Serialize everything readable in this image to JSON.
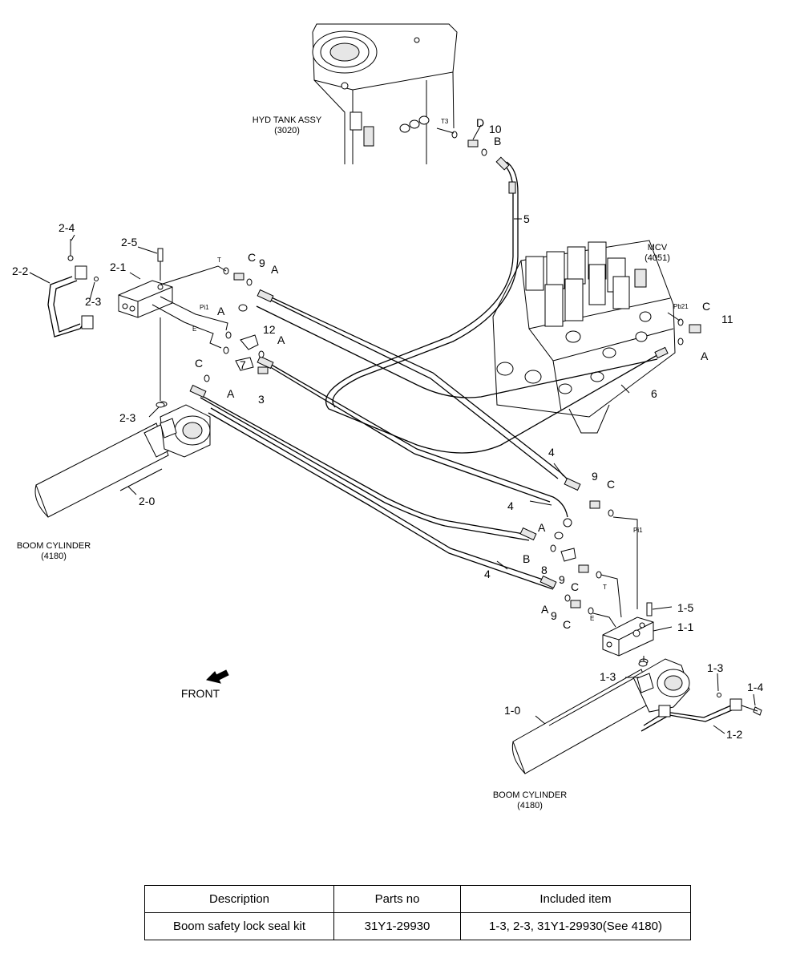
{
  "assemblies": {
    "hyd_tank": {
      "name": "HYD TANK ASSY",
      "ref": "(3020)"
    },
    "mcv": {
      "name": "MCV",
      "ref": "(4051)"
    },
    "boom_cylinder_left": {
      "name": "BOOM CYLINDER",
      "ref": "(4180)"
    },
    "boom_cylinder_right": {
      "name": "BOOM CYLINDER",
      "ref": "(4180)"
    }
  },
  "callouts": {
    "d": "D",
    "b_top": "B",
    "ten": "10",
    "five": "5",
    "six": "6",
    "eleven": "11",
    "twelve": "12",
    "seven": "7",
    "three": "3",
    "c_mcv": "C",
    "a_mcv": "A",
    "c1": "C",
    "nine1": "9",
    "a1": "A",
    "a2": "A",
    "c2": "C",
    "a3": "A",
    "a4": "A",
    "n2_4": "2-4",
    "n2_5": "2-5",
    "n2_1": "2-1",
    "n2_2": "2-2",
    "n2_3a": "2-3",
    "n2_3b": "2-3",
    "n2_0": "2-0",
    "four1": "4",
    "four2": "4",
    "four3": "4",
    "nine2": "9",
    "c3": "C",
    "a5": "A",
    "b2": "B",
    "eight": "8",
    "nine3": "9",
    "c4": "C",
    "a6": "A",
    "nine4": "9",
    "c5": "C",
    "n1_5": "1-5",
    "n1_1": "1-1",
    "n1_3a": "1-3",
    "n1_3b": "1-3",
    "n1_4": "1-4",
    "n1_0": "1-0",
    "n1_2": "1-2"
  },
  "ports": {
    "t3": "T3",
    "t_left": "T",
    "pi1_left": "Pi1",
    "e_left": "E",
    "pb21": "Pb21",
    "pi1_right": "Pi1",
    "t_right": "T",
    "e_right": "E"
  },
  "front_label": "FRONT",
  "table": {
    "headers": [
      "Description",
      "Parts no",
      "Included item"
    ],
    "rows": [
      [
        "Boom safety lock seal kit",
        "31Y1-29930",
        "1-3, 2-3, 31Y1-29930(See 4180)"
      ]
    ]
  }
}
